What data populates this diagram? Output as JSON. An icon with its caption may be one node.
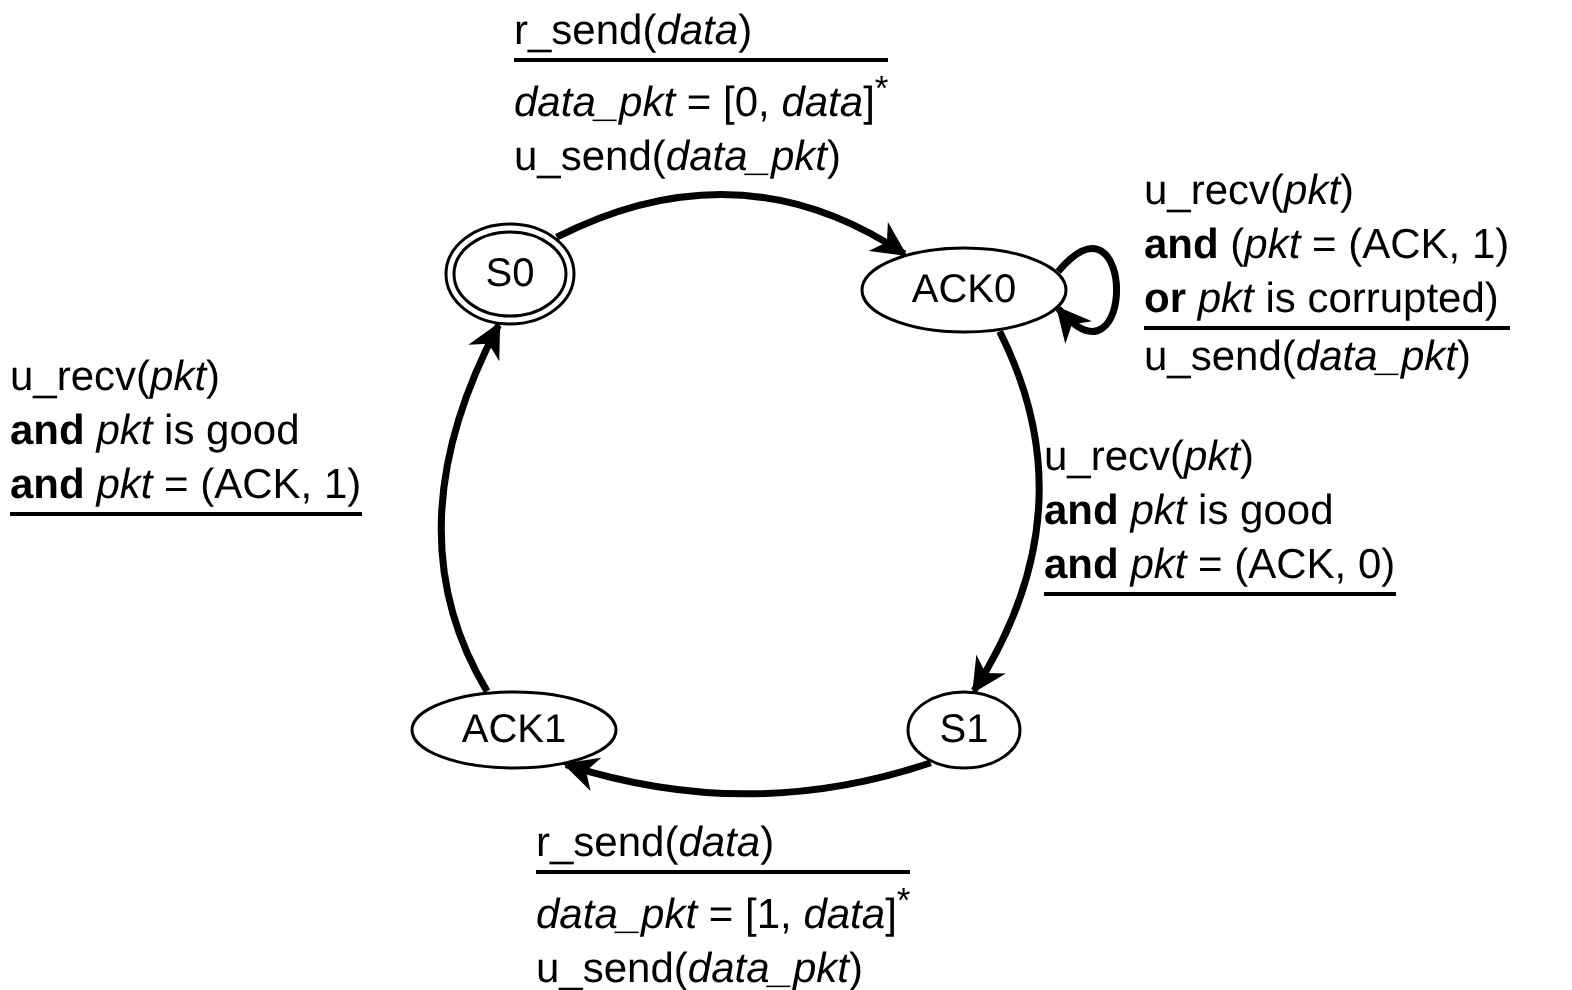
{
  "diagram": {
    "nodes": [
      {
        "text": [
          "S0"
        ]
      },
      {
        "text": [
          "ACK0"
        ]
      },
      {
        "text": [
          "S1"
        ]
      },
      {
        "text": [
          "ACK1"
        ]
      }
    ],
    "edges": [
      {
        "from": 0,
        "to": 1,
        "arrow": "to",
        "label": [
          [
            "r_send(*data*)"
          ],
          [
            "*data_pkt* = [0, *data*]$^{*}$",
            "u_send(*data_pkt*)"
          ]
        ]
      },
      {
        "from": 1,
        "to": 1,
        "arrow": "to",
        "label": [
          [
            "u_recv(*pkt*)",
            "**and** (*pkt* = (ACK, 1)",
            "**or** *pkt* is corrupted)"
          ],
          [
            "u_send(*data_pkt*)"
          ]
        ]
      },
      {
        "from": 1,
        "to": 2,
        "arrow": "to",
        "label": [
          [
            "u_recv(*pkt*)",
            "**and** *pkt* is good",
            "**and** *pkt* = (ACK, 0)"
          ]
        ]
      },
      {
        "from": 2,
        "to": 3,
        "arrow": "to",
        "label": [
          [
            "r_send(*data*)"
          ],
          [
            "*data_pkt* = [1, *data*]$^{*}$",
            "u_send(*data_pkt*)"
          ]
        ]
      },
      {
        "from": 3,
        "to": 0,
        "arrow": "to",
        "label": [
          [
            "u_recv(*pkt*)",
            "**and** *pkt* is good",
            "**and** *pkt* = (ACK, 1)"
          ]
        ]
      }
    ]
  }
}
